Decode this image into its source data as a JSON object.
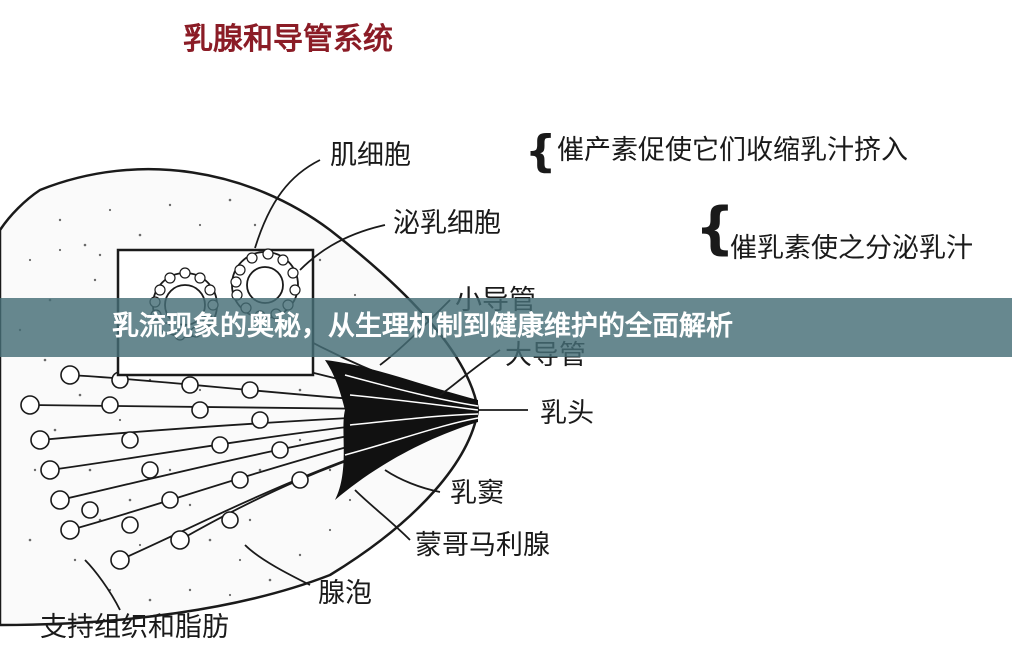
{
  "diagram": {
    "title": "乳腺和导管系统",
    "labels": {
      "muscle_cell": "肌细胞",
      "secreting_cell": "泌乳细胞",
      "small_duct": "小导管",
      "large_duct": "大导管",
      "nipple": "乳头",
      "sinus": "乳窦",
      "montgomery_gland": "蒙哥马利腺",
      "alveolus": "腺泡",
      "support_tissue": "支持组织和脂肪"
    },
    "notes": {
      "oxytocin": "催产素促使它们收缩乳汁挤入",
      "prolactin": "催乳素使之分泌乳汁"
    }
  },
  "banner": {
    "headline": "乳流现象的奥秘，从生理机制到健康维护的全面解析"
  },
  "colors": {
    "title": "#8b1c26",
    "banner": "#466e76",
    "ink": "#1a1a1a"
  }
}
